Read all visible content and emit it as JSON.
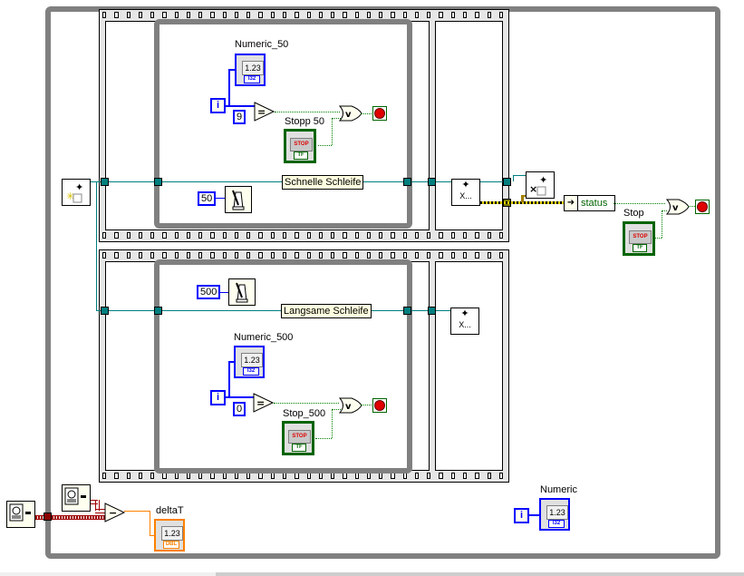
{
  "diagram": {
    "type": "labview-block-diagram",
    "top_sequence": {
      "loop_label": "Schnelle Schleife",
      "wait_ms": "50",
      "indicator_label": "Numeric_50",
      "indicator_value": "1.23",
      "indicator_type": "I32",
      "compare_constant": "9",
      "compare_op": "=",
      "stop_label": "Stopp 50",
      "stop_button_text": "STOP",
      "stop_type": "TF",
      "or_gate": "v",
      "iteration_symbol": "i"
    },
    "bottom_sequence": {
      "loop_label": "Langsame Schleife",
      "wait_ms": "500",
      "indicator_label": "Numeric_500",
      "indicator_value": "1.23",
      "indicator_type": "I32",
      "compare_constant": "0",
      "compare_op": "=",
      "stop_label": "Stop_500",
      "stop_button_text": "STOP",
      "stop_type": "TF",
      "or_gate": "v",
      "iteration_symbol": "i"
    },
    "notifier": {
      "create_icon": "obtain-notifier-icon",
      "wait_icon": "wait-on-notification-icon",
      "release_icon": "release-notifier-icon",
      "wait_symbol": "X...",
      "error_cluster_label": "status"
    },
    "main_stop": {
      "label": "Stop",
      "button_text": "STOP",
      "type": "TF",
      "or_gate": "v"
    },
    "timing": {
      "subtract_op": "−",
      "indicator_label": "deltaT",
      "indicator_value": "1.23",
      "indicator_type": "DBL"
    },
    "outer_numeric": {
      "label": "Numeric",
      "value": "1.23",
      "type": "I32",
      "iteration_symbol": "i"
    },
    "colors": {
      "loop_border": "#808080",
      "cluster_wire": "#007f7f",
      "integer_wire": "#0000ff",
      "boolean_wire": "#008000",
      "error_wire": "#a08000",
      "timestamp_wire": "#a00000",
      "double_wire": "#ff8000"
    }
  }
}
